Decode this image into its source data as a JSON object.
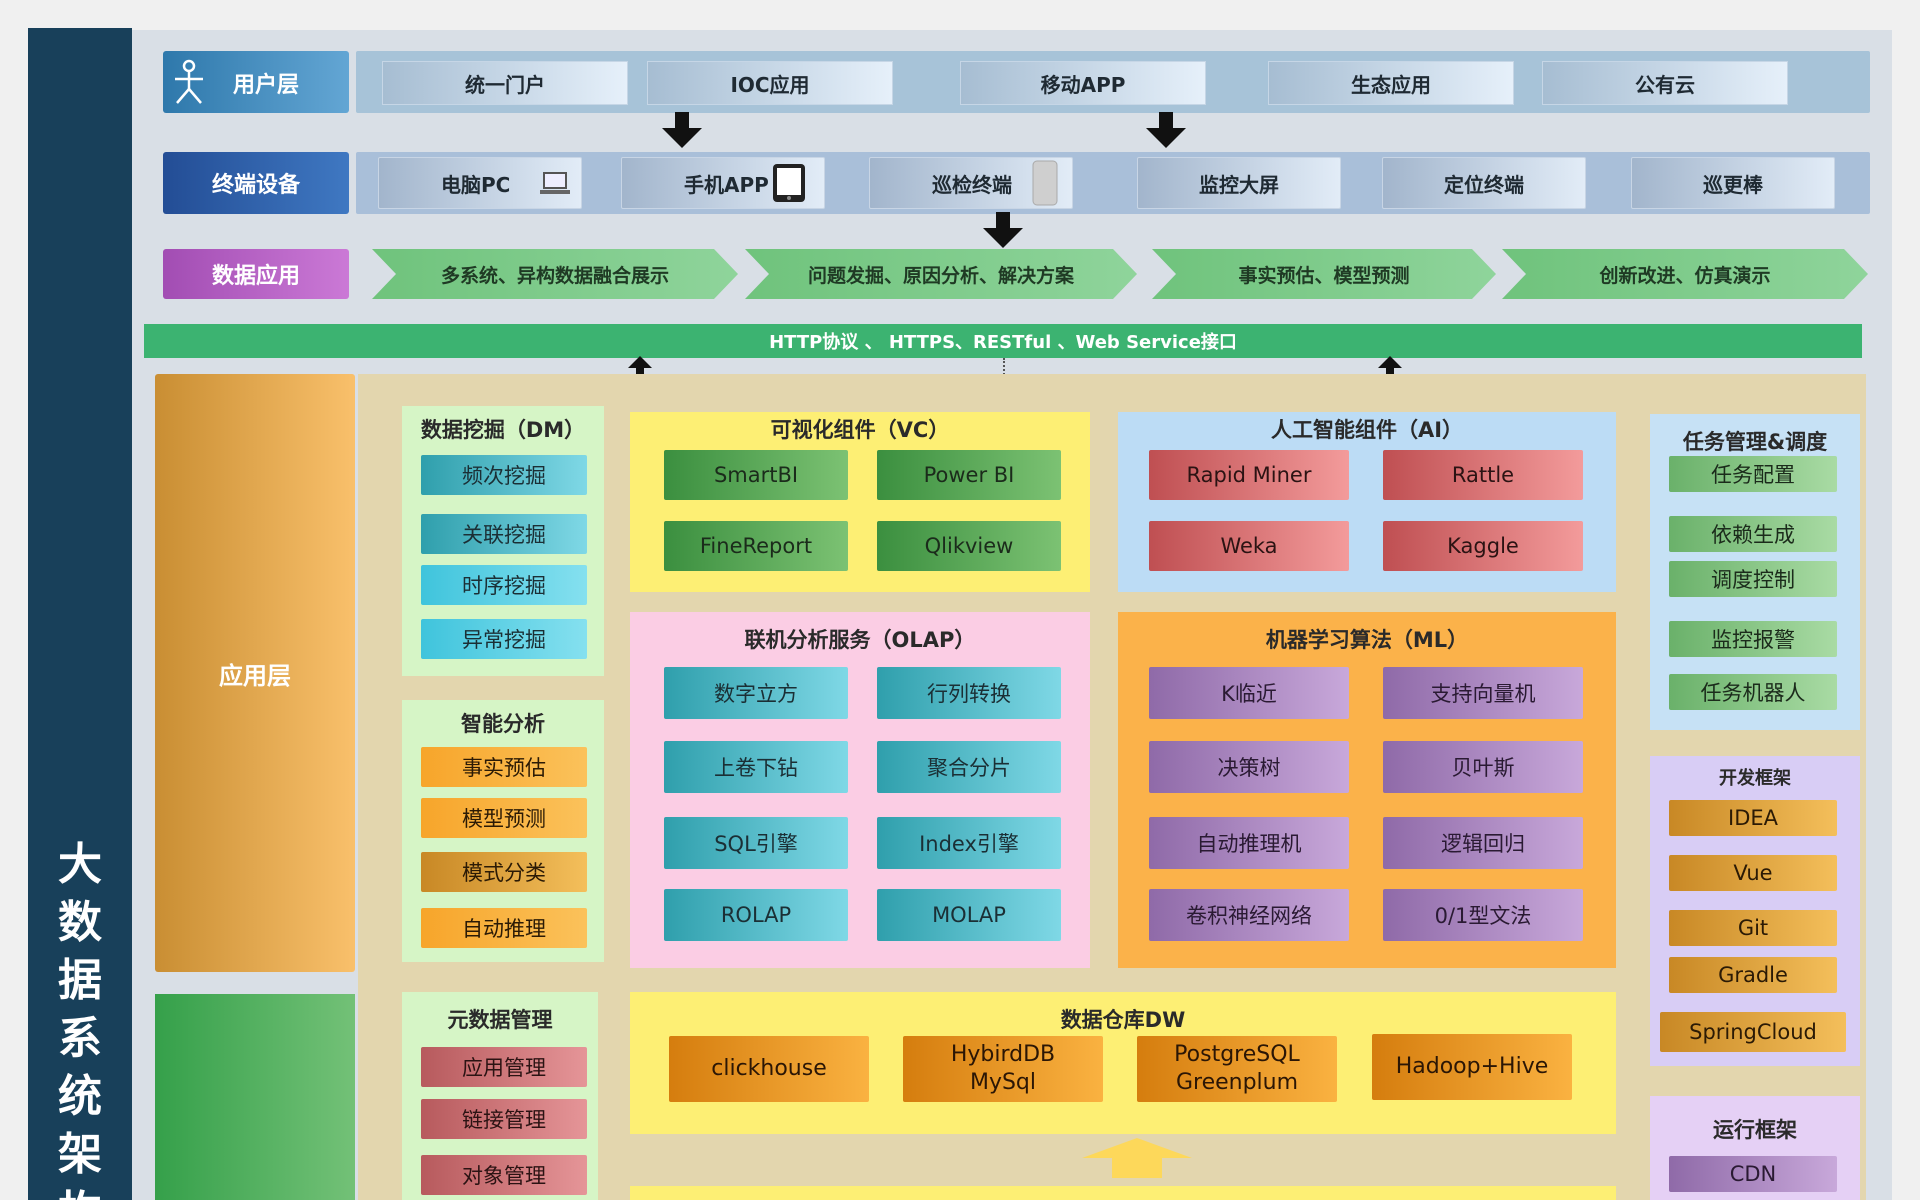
{
  "title": "大数据系统架构",
  "user_layer": {
    "label": "用户层",
    "items": [
      "统一门户",
      "IOC应用",
      "移动APP",
      "生态应用",
      "公有云"
    ]
  },
  "terminal": {
    "label": "终端设备",
    "items": [
      "电脑PC",
      "手机APP",
      "巡检终端",
      "监控大屏",
      "定位终端",
      "巡更棒"
    ]
  },
  "data_app": {
    "label": "数据应用",
    "items": [
      "多系统、异构数据融合展示",
      "问题发掘、原因分析、解决方案",
      "事实预估、模型预测",
      "创新改进、仿真演示"
    ]
  },
  "protocol": "HTTP协议 、 HTTPS、RESTful 、Web Service接口",
  "app_layer_label": "应用层",
  "dm": {
    "title": "数据挖掘（DM）",
    "items": [
      "频次挖掘",
      "关联挖掘",
      "时序挖掘",
      "异常挖掘"
    ]
  },
  "ia": {
    "title": "智能分析",
    "items": [
      "事实预估",
      "模型预测",
      "模式分类",
      "自动推理"
    ]
  },
  "meta": {
    "title": "元数据管理",
    "items": [
      "应用管理",
      "链接管理",
      "对象管理"
    ]
  },
  "vc": {
    "title": "可视化组件（VC）",
    "items": [
      "SmartBI",
      "Power BI",
      "FineReport",
      "Qlikview"
    ]
  },
  "ai": {
    "title": "人工智能组件（AI）",
    "items": [
      "Rapid Miner",
      "Rattle",
      "Weka",
      "Kaggle"
    ]
  },
  "olap": {
    "title": "联机分析服务（OLAP）",
    "items": [
      "数字立方",
      "行列转换",
      "上卷下钻",
      "聚合分片",
      "SQL引擎",
      "Index引擎",
      "ROLAP",
      "MOLAP"
    ]
  },
  "ml": {
    "title": "机器学习算法（ML）",
    "items": [
      "K临近",
      "支持向量机",
      "决策树",
      "贝叶斯",
      "自动推理机",
      "逻辑回归",
      "卷积神经网络",
      "0/1型文法"
    ]
  },
  "dw": {
    "title": "数据仓库DW",
    "items": [
      "clickhouse",
      "HybirdDB\nMySql",
      "PostgreSQL\nGreenplum",
      "Hadoop+Hive"
    ]
  },
  "task": {
    "title": "任务管理&调度",
    "items": [
      "任务配置",
      "依赖生成",
      "调度控制",
      "监控报警",
      "任务机器人"
    ]
  },
  "devfw": {
    "title": "开发框架",
    "items": [
      "IDEA",
      "Vue",
      "Git",
      "Gradle",
      "SpringCloud"
    ]
  },
  "runfw": {
    "title": "运行框架",
    "items": [
      "CDN"
    ]
  },
  "colors": {
    "left_bar": "#18405a",
    "user_label": "#3f86b8",
    "terminal_label": "#2e5ea8",
    "data_app_label": "#b760c5",
    "protocol_bar": "#3cb371",
    "app_panel": "#e3d6ae"
  }
}
